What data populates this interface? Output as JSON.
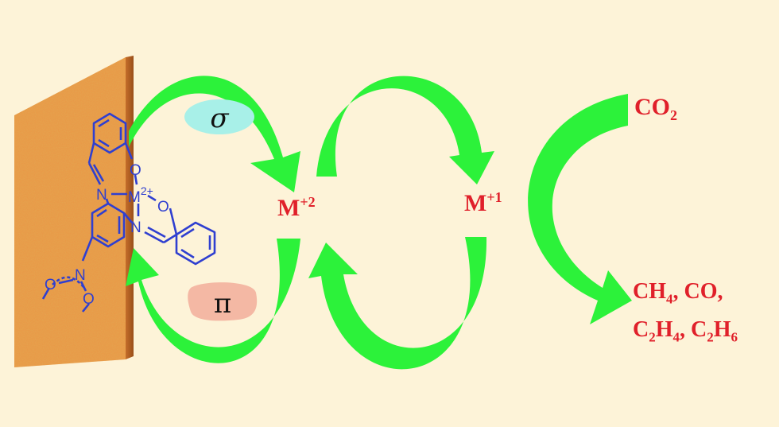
{
  "colors": {
    "background": "#fdf3d8",
    "arrow": "#2cf23a",
    "text_red": "#e0202a",
    "molecule": "#2f3fd0",
    "surface": "#e89a48",
    "sigma_badge": "#a8f0e8",
    "pi_badge": "#f4b8a4"
  },
  "badges": {
    "sigma": "σ",
    "pi": "π"
  },
  "species": {
    "m_plus2": {
      "base": "M",
      "sup": "+2"
    },
    "m_plus1": {
      "base": "M",
      "sup": "+1"
    }
  },
  "reactant": {
    "base": "CO",
    "sub": "2"
  },
  "products": {
    "line1": [
      {
        "base": "CH",
        "sub": "4",
        "sep": ", "
      },
      {
        "base": "CO",
        "sub": "",
        "sep": ","
      }
    ],
    "line2": [
      {
        "base": "C",
        "sub": "2"
      },
      {
        "base": "H",
        "sub": "4",
        "sep": ", "
      },
      {
        "base": "C",
        "sub": "2"
      },
      {
        "base": "H",
        "sub": "6",
        "sep": ""
      }
    ]
  },
  "molecule": {
    "atoms": {
      "o_top": "O",
      "n_left": "N",
      "metal": "M",
      "metal_charge": "2+",
      "o_right": "O",
      "n_bottom": "N",
      "nitro_n": "N",
      "nitro_o_left": "O",
      "nitro_o_right": "O"
    }
  },
  "icons": [
    "curved-arrow-icon",
    "benzene-ring-icon"
  ]
}
